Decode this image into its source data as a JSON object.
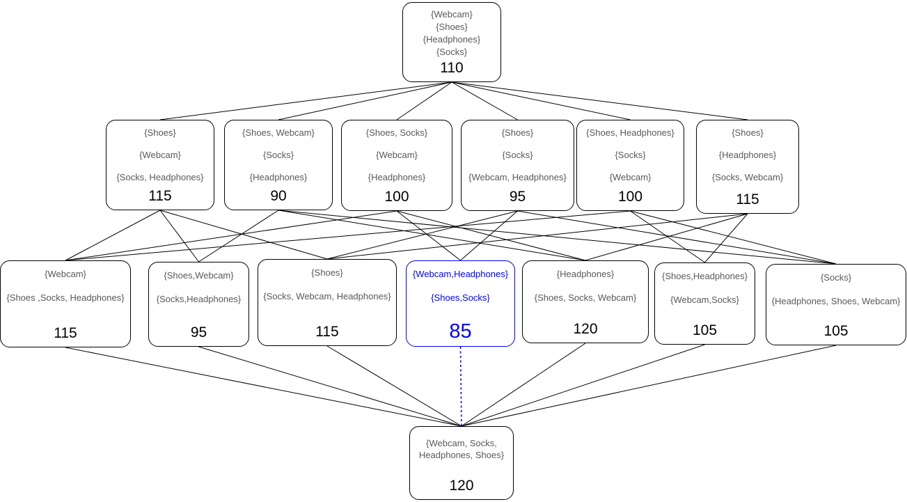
{
  "diagram": {
    "colors": {
      "highlight": "#0000ff",
      "label": "#595959",
      "edge": "#000000",
      "node_border": "#000000",
      "background": "#ffffff"
    },
    "nodes": [
      {
        "id": "root",
        "groups": [
          "{Webcam}",
          "{Shoes}",
          "{Headphones}",
          "{Socks}"
        ],
        "cost": "110",
        "highlighted": false
      },
      {
        "id": "a",
        "groups": [
          "{Shoes}",
          "{Webcam}",
          "{Socks, Headphones}"
        ],
        "cost": "115",
        "highlighted": false
      },
      {
        "id": "b",
        "groups": [
          "{Shoes, Webcam}",
          "{Socks}",
          "{Headphones}"
        ],
        "cost": "90",
        "highlighted": false
      },
      {
        "id": "c",
        "groups": [
          "{Shoes, Socks}",
          "{Webcam}",
          "{Headphones}"
        ],
        "cost": "100",
        "highlighted": false
      },
      {
        "id": "d",
        "groups": [
          "{Shoes}",
          "{Socks}",
          "{Webcam, Headphones}"
        ],
        "cost": "95",
        "highlighted": false
      },
      {
        "id": "e",
        "groups": [
          "{Shoes, Headphones}",
          "{Socks}",
          "{Webcam}"
        ],
        "cost": "100",
        "highlighted": false
      },
      {
        "id": "f",
        "groups": [
          "{Shoes}",
          "{Headphones}",
          "{Socks, Webcam}"
        ],
        "cost": "115",
        "highlighted": false
      },
      {
        "id": "n1",
        "groups": [
          "{Webcam}",
          "{Shoes ,Socks, Headphones}"
        ],
        "cost": "115",
        "highlighted": false
      },
      {
        "id": "n2",
        "groups": [
          "{Shoes,Webcam}",
          "{Socks,Headphones}"
        ],
        "cost": "95",
        "highlighted": false
      },
      {
        "id": "n3",
        "groups": [
          "{Shoes}",
          "{Socks, Webcam, Headphones}"
        ],
        "cost": "115",
        "highlighted": false
      },
      {
        "id": "n4",
        "groups": [
          "{Webcam,Headphones}",
          "{Shoes,Socks}"
        ],
        "cost": "85",
        "highlighted": true
      },
      {
        "id": "n5",
        "groups": [
          "{Headphones}",
          "{Shoes, Socks, Webcam}"
        ],
        "cost": "120",
        "highlighted": false
      },
      {
        "id": "n6",
        "groups": [
          "{Shoes,Headphones}",
          "{Webcam,Socks}"
        ],
        "cost": "105",
        "highlighted": false
      },
      {
        "id": "n7",
        "groups": [
          "{Socks}",
          "{Headphones, Shoes, Webcam}"
        ],
        "cost": "105",
        "highlighted": false
      },
      {
        "id": "sink",
        "groups": [
          "{Webcam, Socks, Headphones, Shoes}"
        ],
        "cost": "120",
        "highlighted": false
      }
    ],
    "edges": [
      {
        "from": "root",
        "to": "a",
        "style": "solid"
      },
      {
        "from": "root",
        "to": "b",
        "style": "solid"
      },
      {
        "from": "root",
        "to": "c",
        "style": "solid"
      },
      {
        "from": "root",
        "to": "d",
        "style": "solid"
      },
      {
        "from": "root",
        "to": "e",
        "style": "solid"
      },
      {
        "from": "root",
        "to": "f",
        "style": "solid"
      },
      {
        "from": "a",
        "to": "n1",
        "style": "solid"
      },
      {
        "from": "a",
        "to": "n2",
        "style": "solid"
      },
      {
        "from": "a",
        "to": "n3",
        "style": "solid"
      },
      {
        "from": "b",
        "to": "n2",
        "style": "solid"
      },
      {
        "from": "b",
        "to": "n5",
        "style": "solid"
      },
      {
        "from": "b",
        "to": "n7",
        "style": "solid"
      },
      {
        "from": "c",
        "to": "n1",
        "style": "solid"
      },
      {
        "from": "c",
        "to": "n4",
        "style": "solid"
      },
      {
        "from": "c",
        "to": "n5",
        "style": "solid"
      },
      {
        "from": "d",
        "to": "n3",
        "style": "solid"
      },
      {
        "from": "d",
        "to": "n4",
        "style": "solid"
      },
      {
        "from": "d",
        "to": "n7",
        "style": "solid"
      },
      {
        "from": "e",
        "to": "n1",
        "style": "solid"
      },
      {
        "from": "e",
        "to": "n6",
        "style": "solid"
      },
      {
        "from": "e",
        "to": "n7",
        "style": "solid"
      },
      {
        "from": "f",
        "to": "n3",
        "style": "solid"
      },
      {
        "from": "f",
        "to": "n5",
        "style": "solid"
      },
      {
        "from": "f",
        "to": "n6",
        "style": "solid"
      },
      {
        "from": "n1",
        "to": "sink",
        "style": "solid"
      },
      {
        "from": "n2",
        "to": "sink",
        "style": "solid"
      },
      {
        "from": "n3",
        "to": "sink",
        "style": "solid"
      },
      {
        "from": "n4",
        "to": "sink",
        "style": "dashed"
      },
      {
        "from": "n5",
        "to": "sink",
        "style": "solid"
      },
      {
        "from": "n6",
        "to": "sink",
        "style": "solid"
      },
      {
        "from": "n7",
        "to": "sink",
        "style": "solid"
      }
    ]
  }
}
